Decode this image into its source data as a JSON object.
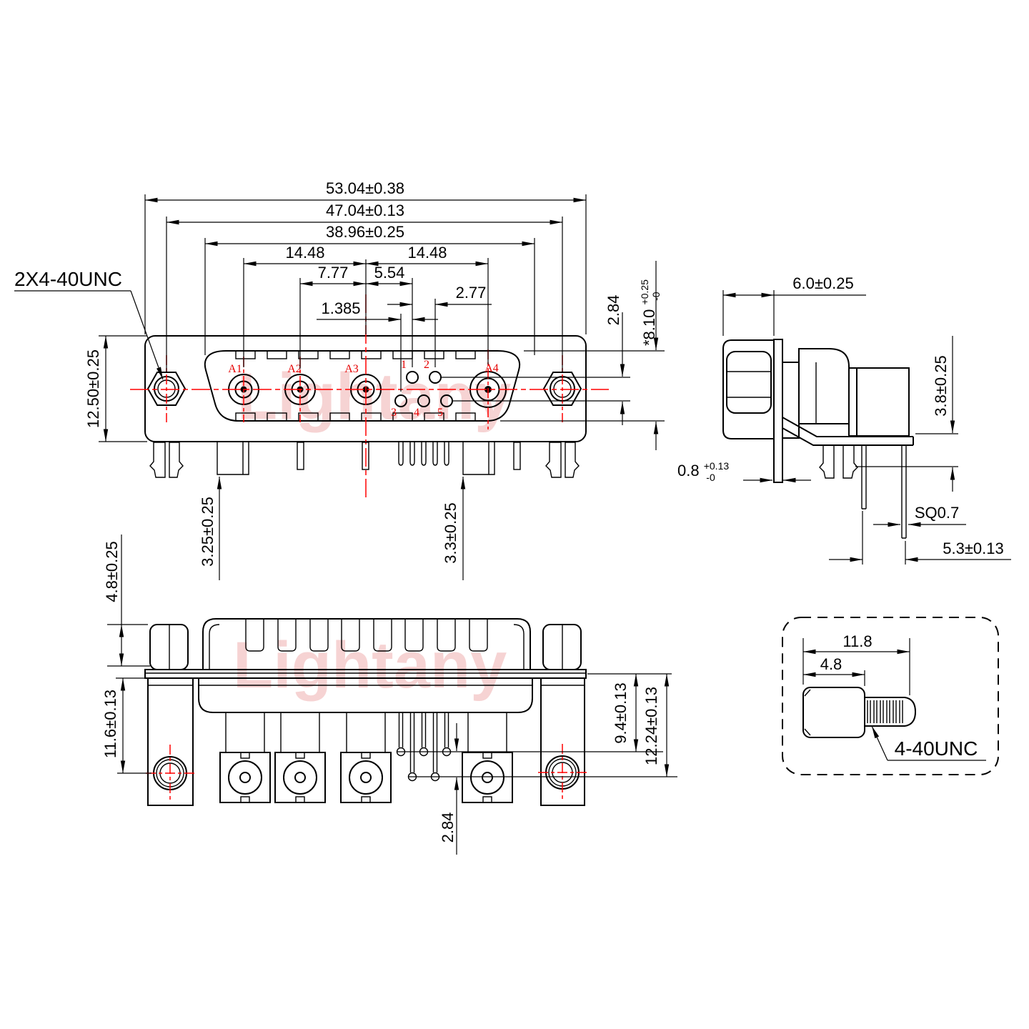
{
  "watermark": {
    "text": "Lightany"
  },
  "front_view": {
    "thread_callout": "2X4-40UNC",
    "dims": {
      "total_width": "53.04±0.38",
      "mount_width": "47.04±0.13",
      "insert_width": "38.96±0.25",
      "coax_span_left": "14.48",
      "coax_span_right": "14.48",
      "a2_to_center": "7.77",
      "center_to_pin1": "5.54",
      "pin_pitch": "2.77",
      "pin_half_pitch": "1.385",
      "pin_row_offset": "2.84",
      "insert_height": "*8.10",
      "insert_height_tol_plus": "+0.25",
      "insert_height_tol_minus": "-0",
      "flange_height": "12.50±0.25",
      "tab_length_left": "3.25±0.25",
      "tab_length_right": "3.3±0.25"
    },
    "coax_labels": [
      "A1",
      "A2",
      "A3",
      "A4"
    ],
    "pin_labels": [
      "1",
      "2",
      "3",
      "4",
      "5"
    ]
  },
  "side_view": {
    "dims": {
      "shell_depth": "6.0±0.25",
      "bracket_height": "3.8±0.25",
      "flange_thickness": "0.8",
      "flange_thickness_tol_plus": "+0.13",
      "flange_thickness_tol_minus": "-0",
      "pin_square": "SQ0.7",
      "pin_length": "5.3±0.13"
    }
  },
  "bottom_view": {
    "dims": {
      "nut_height": "4.8±0.25",
      "standoff_length": "11.6±0.13",
      "pin_row1_depth": "9.4±0.13",
      "pin_row2_depth": "12.24±0.13",
      "pin_row_offset": "2.84"
    }
  },
  "screw_detail": {
    "dims": {
      "total_length": "11.8",
      "head_length": "4.8"
    },
    "thread_label": "4-40UNC"
  }
}
